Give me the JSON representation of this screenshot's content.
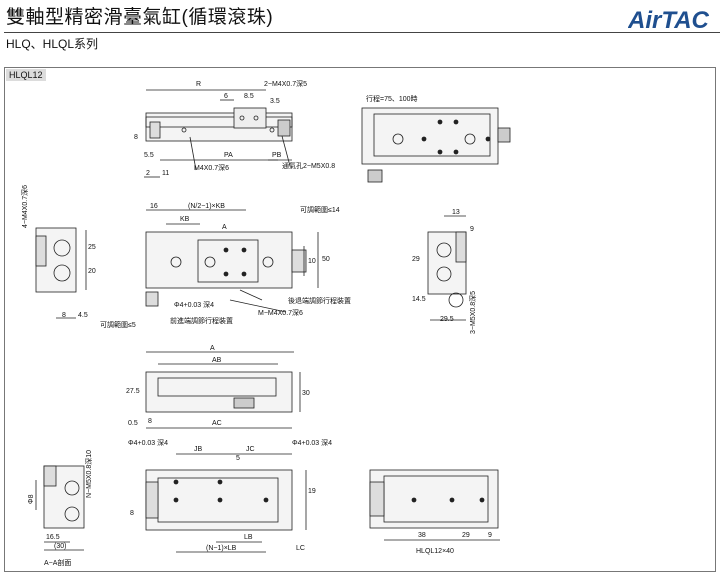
{
  "header": {
    "title": "雙軸型精密滑臺氣缸(循環滾珠)",
    "subtitle": "HLQ、HLQL系列",
    "brand": "AirTAC"
  },
  "model_tag": "HLQL12",
  "notes": {
    "stroke_note": "行程=75、100時",
    "port_note": "通氣孔2−M5X0.8",
    "range_note_a": "可調範圍≤14",
    "range_note_b": "可調範圍≤5",
    "front_adjust": "前進端調節行程裝置",
    "rear_adjust": "後退端調節行程裝置",
    "section_caption": "A−A剖面",
    "bottom_model": "HLQL12×40"
  },
  "dims": {
    "R": "R",
    "m4x07_top": "2−M4X0.7深5",
    "d6": "6",
    "d85": "8.5",
    "d35": "3.5",
    "d8": "8",
    "d5": "5",
    "d55": "5.5",
    "d2": "2",
    "d11": "11",
    "PA": "PA",
    "PB": "PB",
    "m4x07_side": "M4X0.7深6",
    "left_vert": "4−M4X0.7深6",
    "d25": "25",
    "d20": "20",
    "d8b": "8",
    "d45": "4.5",
    "d16": "16",
    "n2kb": "(N/2−1)×KB",
    "KB": "KB",
    "phi4a": "Φ4+0.03 深4",
    "A": "A",
    "d50": "50",
    "d10": "10",
    "phi4b": "Φ4+0.03 深4",
    "mm4x07": "M−M4X0.7深6",
    "d13": "13",
    "d9": "9",
    "d29": "29",
    "d145": "14.5",
    "d295": "29.5",
    "m5x08": "3−M5X0.8深5",
    "dim_A": "A",
    "AB": "AB",
    "d275": "27.5",
    "d30": "30",
    "d05": "0.5",
    "AC": "AC",
    "d8c": "8",
    "phi4c": "Φ4+0.03 深4",
    "JB": "JB",
    "JC": "JC",
    "d5b": "5",
    "phi4d": "Φ4+0.03 深4",
    "d19": "19",
    "d8d": "8",
    "LB": "LB",
    "nlb": "(N−1)×LB",
    "LC": "LC",
    "nm5": "N−M5X0.8深10",
    "phi8": "Φ8",
    "d165": "16.5",
    "d30p": "(30)",
    "d38": "38",
    "d29b": "29",
    "d9b": "9"
  }
}
